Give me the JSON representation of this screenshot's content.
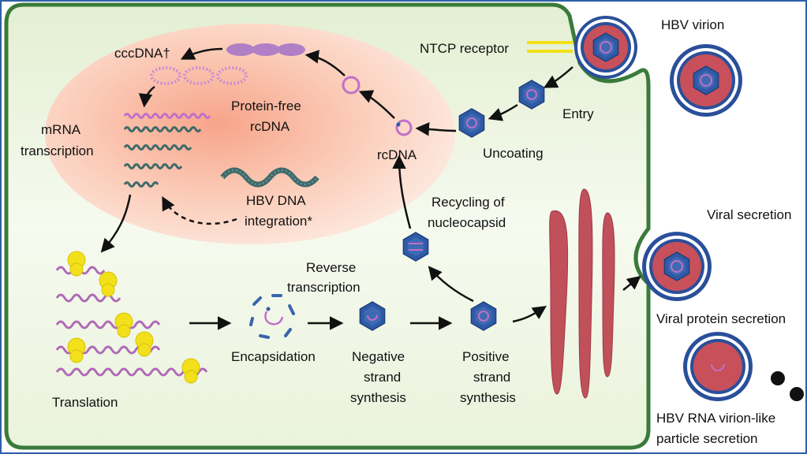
{
  "labels": {
    "cccdna": "cccDNA†",
    "mrna_line1": "mRNA",
    "mrna_line2": "transcription",
    "protein_free_line1": "Protein-free",
    "protein_free_line2": "rcDNA",
    "integration_line1": "HBV DNA",
    "integration_line2": "integration*",
    "rcdna": "rcDNA",
    "ntcp": "NTCP receptor",
    "hbv_virion": "HBV virion",
    "entry": "Entry",
    "uncoating": "Uncoating",
    "recycling_line1": "Recycling of",
    "recycling_line2": "nucleocapsid",
    "reverse_line1": "Reverse",
    "reverse_line2": "transcription",
    "translation": "Translation",
    "encapsidation": "Encapsidation",
    "negative_line1": "Negative",
    "negative_line2": "strand",
    "negative_line3": "synthesis",
    "positive_line1": "Positive",
    "positive_line2": "strand",
    "positive_line3": "synthesis",
    "viral_secretion": "Viral secretion",
    "viral_protein_secretion": "Viral protein secretion",
    "rna_particle_line1": "HBV RNA virion-like",
    "rna_particle_line2": "particle secretion"
  },
  "colors": {
    "frame_border": "#2e5fa8",
    "cell_membrane": "#3a7a3a",
    "cytoplasm_light": "#f4f9ec",
    "cytoplasm_dark": "#dcebc9",
    "nucleus_center": "#f9b39a",
    "nucleus_edge": "#fde6db",
    "capsid": "#2f5aa5",
    "capsid_light": "#5b84c8",
    "virion_body": "#c8505a",
    "spike": "#2a4f9a",
    "er_red": "#c0505a",
    "ribosome": "#f2e01a",
    "mrna": "#b06ab8",
    "cccdna": "#c88ad0",
    "integration_dna": "#3e6a6a",
    "arrow": "#111111"
  }
}
